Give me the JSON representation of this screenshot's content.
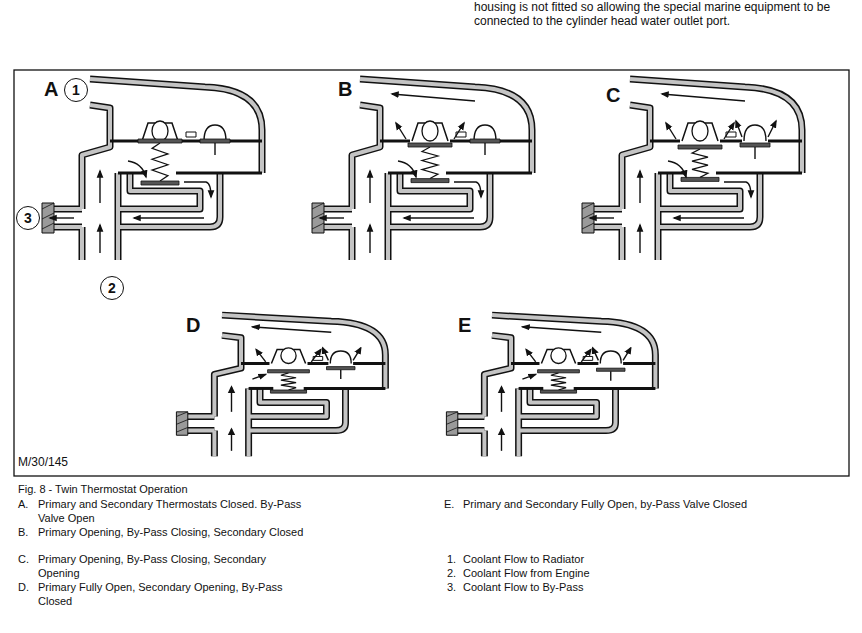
{
  "diagram": {
    "caption": "Fig. 8 - Twin Thermostat Operation",
    "nodes": [
      {
        "text": [
          "1"
        ]
      },
      {
        "text": [
          "3"
        ]
      },
      {
        "text": [
          "2"
        ]
      }
    ],
    "labels": [
      "housing is not fitted so allowing the special marine equipment to be connected to the cylinder head water outlet port.",
      "A",
      "B",
      "C",
      "D",
      "E",
      "M/30/145",
      "A.",
      "Primary and Secondary Thermostats Closed. By-Pass Valve Open",
      "B.",
      "Primary Opening, By-Pass Closing, Secondary Closed",
      "C.",
      "Primary Opening, By-Pass Closing, Secondary Opening",
      "D.",
      "Primary Fully Open, Secondary Opening, By-Pass Closed",
      "E.",
      "Primary and Secondary Fully Open, by-Pass Valve Closed",
      "1.",
      "Coolant Flow to Radiator",
      "2.",
      "Coolant Flow from Engine",
      "3.",
      "Coolant Flow to By-Pass"
    ]
  }
}
